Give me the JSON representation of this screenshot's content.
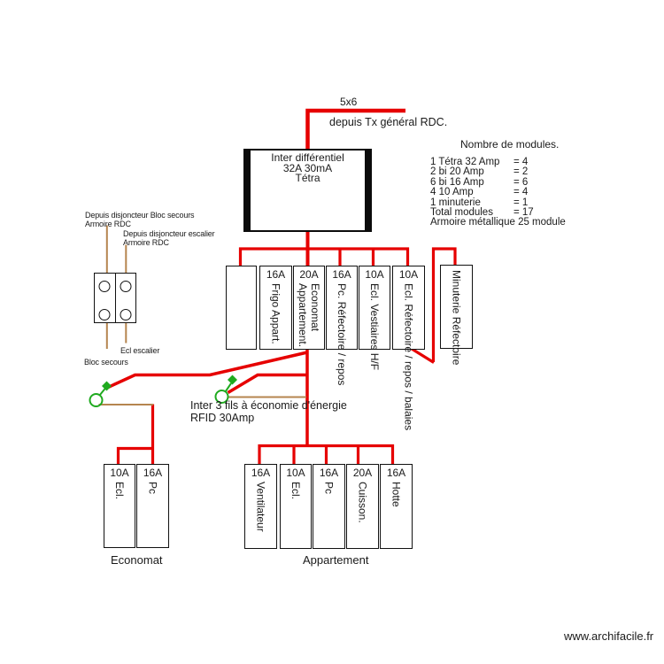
{
  "colors": {
    "wire_power_red": "#e60000",
    "wire_aux_brown": "#b5854f",
    "switch_green": "#1faa1f",
    "box_border": "#111111",
    "ink": "#1a1a1a"
  },
  "header": {
    "cable_section": "5x6",
    "source": "depuis Tx général RDC."
  },
  "main_breaker": {
    "line1": "Inter différentiel",
    "line2": "32A 30mA",
    "line3": "Tétra"
  },
  "modules_summary": {
    "title": "Nombre de modules.",
    "rows": [
      {
        "label": "1 Tétra 32 Amp",
        "value": "= 4"
      },
      {
        "label": "2 bi 20 Amp",
        "value": "= 2"
      },
      {
        "label": "6 bi 16 Amp",
        "value": "= 6"
      },
      {
        "label": "4 10 Amp",
        "value": "= 4"
      },
      {
        "label": "1 minuterie",
        "value": "= 1"
      },
      {
        "label": "Total modules",
        "value": "= 17"
      }
    ],
    "footer": "Armoire métallique 25 module"
  },
  "left_feeds": {
    "bloc_secours_src": {
      "line1": "Depuis disjoncteur Bloc secours",
      "line2": "Armoire RDC"
    },
    "escalier_src": {
      "line1": "Depuis disjoncteur escalier",
      "line2": "Armoire RDC"
    },
    "ecl_escalier": "Ecl escalier",
    "bloc_secours": "Bloc secours"
  },
  "breaker_row": [
    {
      "amp": "",
      "label": ""
    },
    {
      "amp": "16A",
      "label": "Frigo Appart."
    },
    {
      "amp": "20A",
      "label": "Appartement.",
      "label2": "Economat"
    },
    {
      "amp": "16A",
      "label": "Pc. Réfectoire / repos"
    },
    {
      "amp": "10A",
      "label": "Ecl. Vestiaires H/F"
    },
    {
      "amp": "10A",
      "label": "Ecl. Réfectoire / repos / balaies"
    }
  ],
  "minuterie": {
    "label": "Minuterie Réfectoire"
  },
  "rfid_note": {
    "line1": "Inter 3 fils à économie d'énergie",
    "line2": "RFID 30Amp"
  },
  "economat_group": {
    "title": "Economat",
    "breakers": [
      {
        "amp": "10A",
        "label": "Ecl."
      },
      {
        "amp": "16A",
        "label": "Pc"
      }
    ]
  },
  "appartement_group": {
    "title": "Appartement",
    "breakers": [
      {
        "amp": "16A",
        "label": "Ventilateur"
      },
      {
        "amp": "10A",
        "label": "Ecl."
      },
      {
        "amp": "16A",
        "label": "Pc"
      },
      {
        "amp": "20A",
        "label": "Cuisson."
      },
      {
        "amp": "16A",
        "label": "Hotte"
      }
    ]
  },
  "watermark": "www.archifacile.fr"
}
